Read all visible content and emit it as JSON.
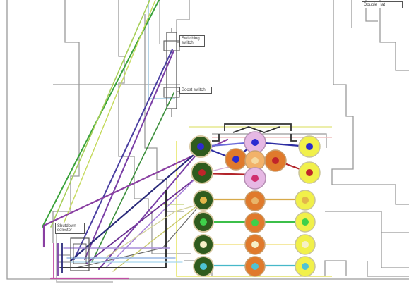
{
  "labels": {
    "top_right": "Double Hat",
    "switch_upper": "Switching\nswitch",
    "switch_lower": "Boost switch",
    "lower_left": "Shutdown\nselector"
  }
}
